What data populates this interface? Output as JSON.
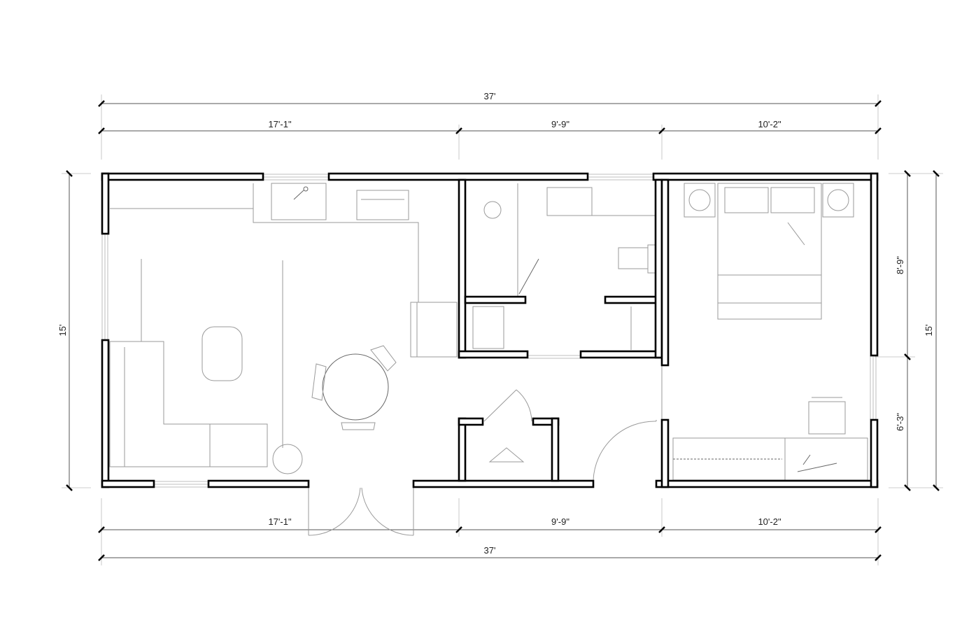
{
  "dimensions": {
    "top_overall": "37'",
    "top_segments": [
      "17'-1\"",
      "9'-9\"",
      "10'-2\""
    ],
    "bottom_segments": [
      "17'-1\"",
      "9'-9\"",
      "10'-2\""
    ],
    "bottom_overall": "37'",
    "left_overall": "15'",
    "right_segments": [
      "8'-9\"",
      "6'-3\""
    ],
    "right_overall": "15'"
  }
}
